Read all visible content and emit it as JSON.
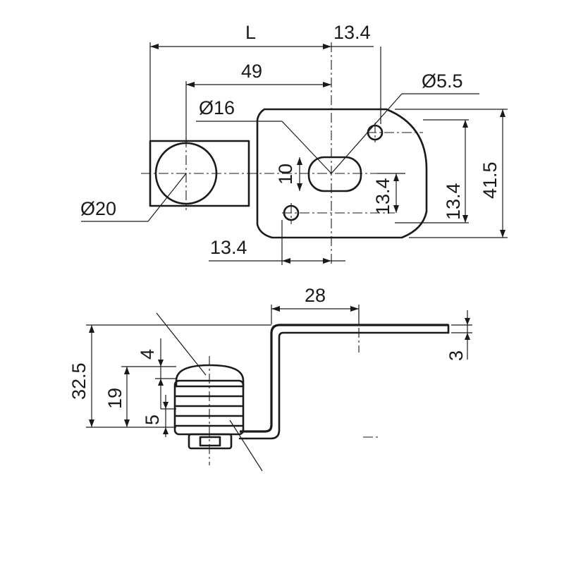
{
  "top_view": {
    "dim_L": "L",
    "dim_top_right": "13.4",
    "dim_49": "49",
    "dim_hole_dia": "Ø5.5",
    "dim_bore_dia": "Ø16",
    "dim_slot": "10",
    "dim_inner_v": "13.4",
    "dim_outer_v": "13.4",
    "dim_height": "41.5",
    "dim_body_dia": "Ø20",
    "dim_bottom": "13.4"
  },
  "side_view": {
    "dim_28": "28",
    "dim_32_5": "32.5",
    "dim_19": "19",
    "dim_4": "4",
    "dim_5": "5",
    "dim_3": "3"
  }
}
